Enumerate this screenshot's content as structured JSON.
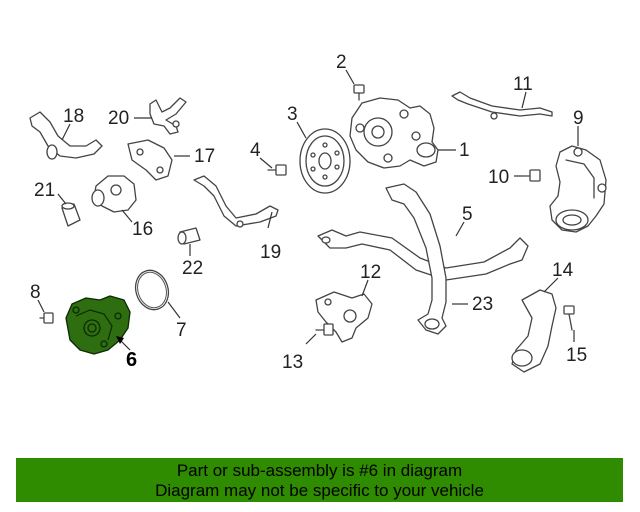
{
  "diagram": {
    "callouts": [
      {
        "id": "c1",
        "text": "1"
      },
      {
        "id": "c2",
        "text": "2"
      },
      {
        "id": "c3",
        "text": "3"
      },
      {
        "id": "c4",
        "text": "4"
      },
      {
        "id": "c5",
        "text": "5"
      },
      {
        "id": "c6",
        "text": "6"
      },
      {
        "id": "c7",
        "text": "7"
      },
      {
        "id": "c8",
        "text": "8"
      },
      {
        "id": "c9",
        "text": "9"
      },
      {
        "id": "c10",
        "text": "10"
      },
      {
        "id": "c11",
        "text": "11"
      },
      {
        "id": "c12",
        "text": "12"
      },
      {
        "id": "c13",
        "text": "13"
      },
      {
        "id": "c14",
        "text": "14"
      },
      {
        "id": "c15",
        "text": "15"
      },
      {
        "id": "c16",
        "text": "16"
      },
      {
        "id": "c17",
        "text": "17"
      },
      {
        "id": "c18",
        "text": "18"
      },
      {
        "id": "c19",
        "text": "19"
      },
      {
        "id": "c20",
        "text": "20"
      },
      {
        "id": "c21",
        "text": "21"
      },
      {
        "id": "c22",
        "text": "22"
      },
      {
        "id": "c23",
        "text": "23"
      }
    ],
    "highlight_color": "#2e6e10"
  },
  "banner": {
    "line1": "Part or sub-assembly is #6 in diagram",
    "line2": "Diagram may not be specific to your vehicle",
    "color": "#2f8b00"
  }
}
